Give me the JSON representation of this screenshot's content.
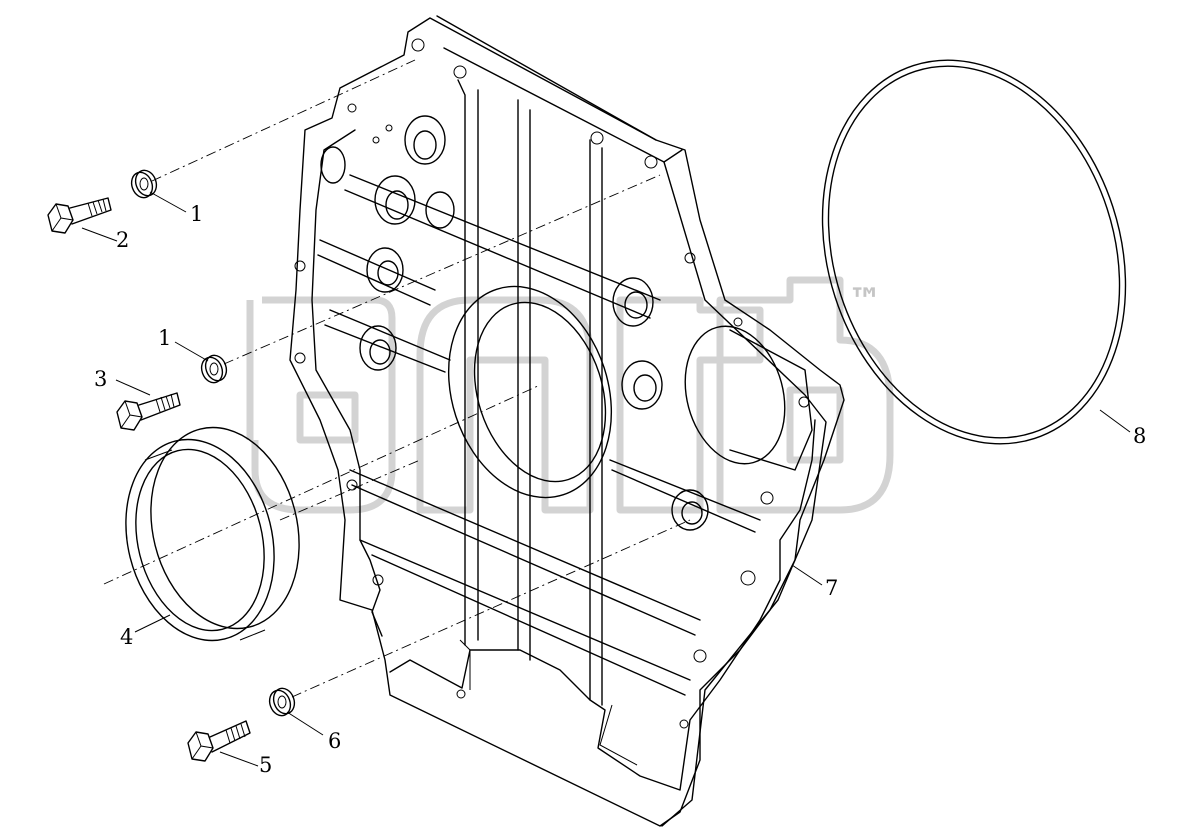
{
  "callouts": {
    "c1a": "1",
    "c1b": "1",
    "c2": "2",
    "c3": "3",
    "c4": "4",
    "c5": "5",
    "c6": "6",
    "c7": "7",
    "c8": "8"
  },
  "watermark": {
    "trademark": "™"
  }
}
